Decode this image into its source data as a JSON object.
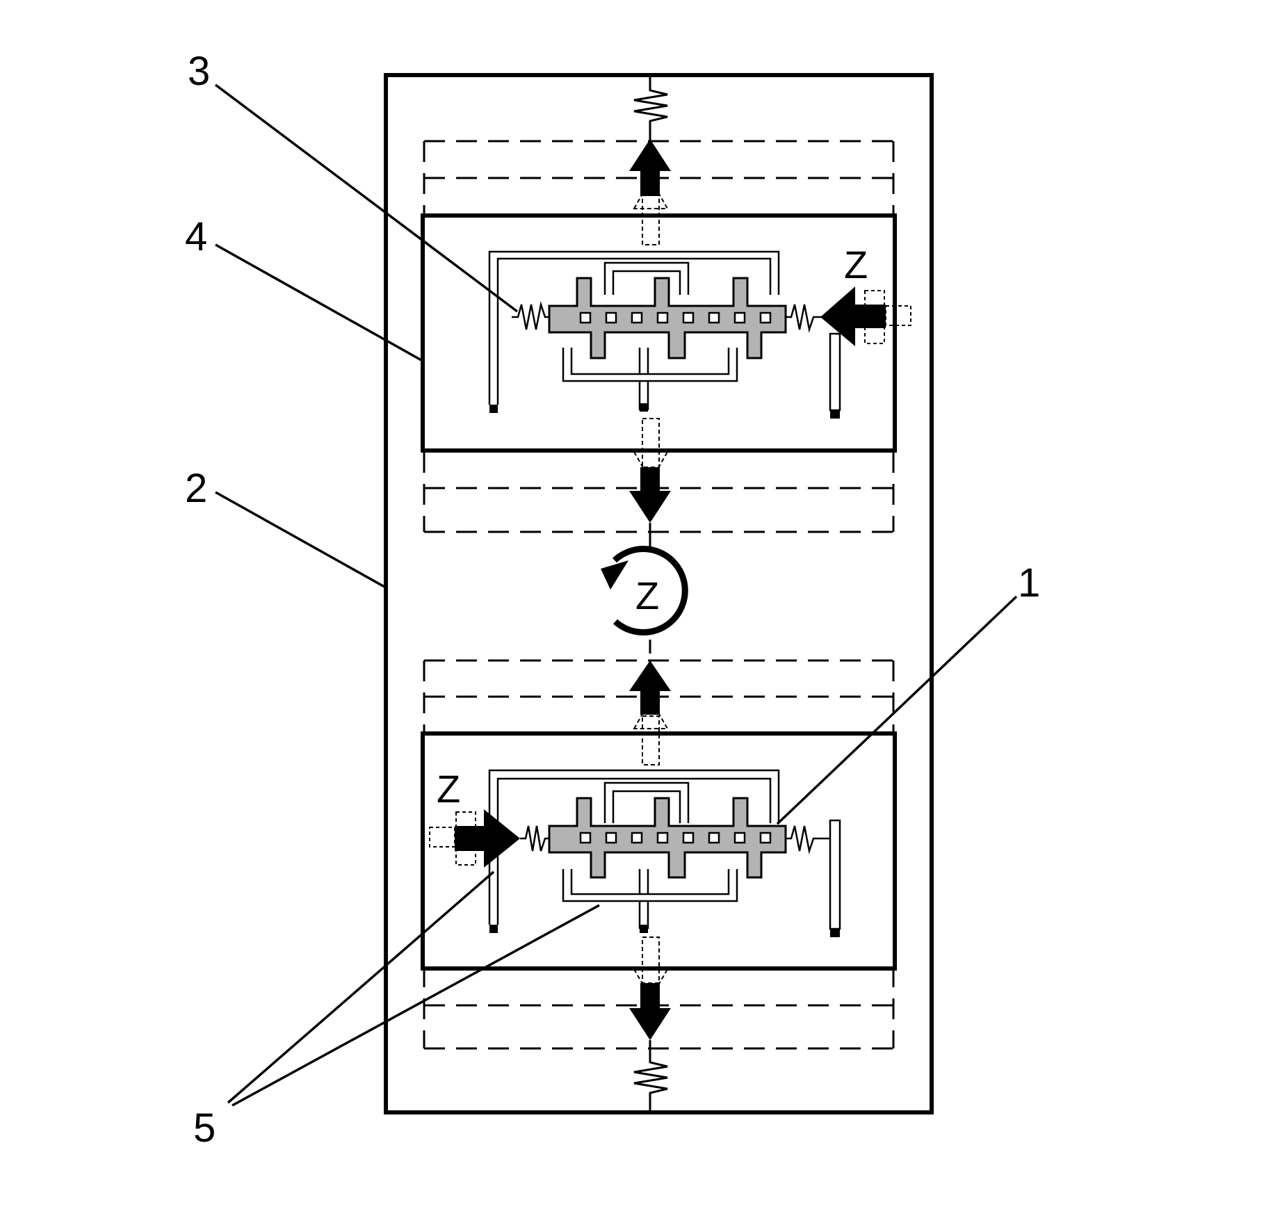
{
  "callouts": {
    "c1": "1",
    "c2": "2",
    "c3": "3",
    "c4": "4",
    "c5": "5"
  },
  "axis_labels": {
    "z_top": "Z",
    "z_bottom": "Z",
    "z_rotation": "Z"
  },
  "icons": {
    "rotation": "counterclockwise-rotation-arrow-icon",
    "spring": "zigzag-spring-icon",
    "arrow": "solid-force-arrow-icon"
  },
  "colors": {
    "stroke": "#000000",
    "mass_fill": "#b3b3b3",
    "background": "#ffffff"
  }
}
